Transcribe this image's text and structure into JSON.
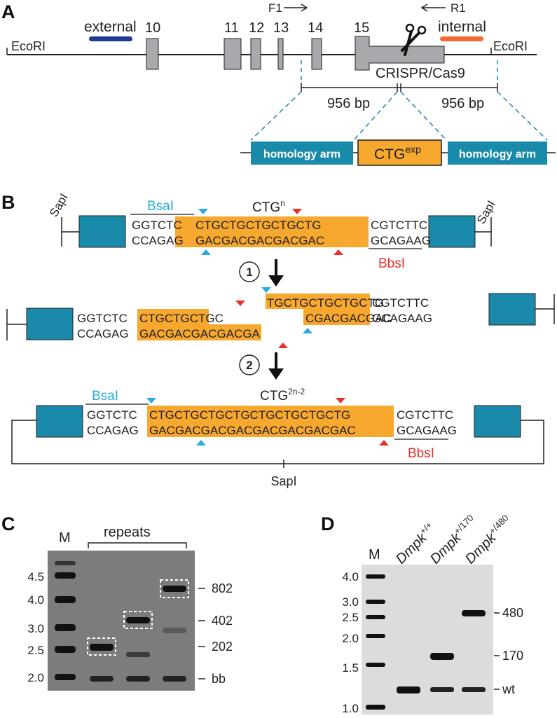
{
  "panels": {
    "a": "A",
    "b": "B",
    "c": "C",
    "d": "D"
  },
  "panel_a": {
    "ecori_left": "EcoRI",
    "ecori_right": "EcoRI",
    "external": "external",
    "internal": "internal",
    "exons": [
      "10",
      "11",
      "12",
      "13",
      "14",
      "15"
    ],
    "f1": "F1",
    "r1": "R1",
    "crispr": "CRISPR/Cas9",
    "bp_left": "956 bp",
    "bp_right": "956 bp",
    "arm_left": "homology arm",
    "arm_right": "homology arm",
    "ctg": "CTG",
    "ctg_sup": "exp",
    "colors": {
      "gene": "#a7a9ac",
      "teal": "#1a8aaa",
      "orange": "#f7a82f",
      "external": "#1f3a93",
      "internal": "#f26a2e"
    }
  },
  "panel_b": {
    "sapi": "SapI",
    "bsai": "BsaI",
    "bbsi": "BbsI",
    "ctgn": "CTG",
    "ctgn_sup": "n",
    "ctg2n": "CTG",
    "ctg2n_sup": "2n-2",
    "step1": "1",
    "step2": "2",
    "top": {
      "l1_left": "GGTCTC",
      "l1_orange": "CTGCTGCTGCTGCTG",
      "l1_right": "CGTCTTC",
      "l2_left": "CCAGAG",
      "l2_orange": "GACGACGACGACGAC",
      "l2_right": "GCAGAAG"
    },
    "mid_left": {
      "l1_left": "GGTCTC",
      "l1_orange": "CTGCTGCTGC",
      "l2_left": "CCAGAG",
      "l2_orange": "GACGACGACGACGA"
    },
    "mid_right": {
      "l1_orange": "TGCTGCTGCTGCTG",
      "l1_right": "CGTCTTC",
      "l2_orange": "CGACGACGAC",
      "l2_right": "GCAGAAG"
    },
    "bottom": {
      "l1_left": "GGTCTC",
      "l1_orange": "CTGCTGCTGCTGCTGCTGCTGCTG",
      "l1_right": "CGTCTTC",
      "l2_left": "CCAGAG",
      "l2_orange": "GACGACGACGACGACGACGACGAC",
      "l2_right": "GCAGAAG"
    },
    "colors": {
      "cyan": "#29abe2",
      "red": "#e5322d"
    }
  },
  "panel_c": {
    "marker": "M",
    "repeats": "repeats",
    "ladder": [
      "4.5",
      "4.0",
      "3.0",
      "2.5",
      "2.0"
    ],
    "bands": [
      "802",
      "402",
      "202",
      "bb"
    ]
  },
  "panel_d": {
    "marker": "M",
    "lanes": [
      {
        "base": "Dmpk",
        "sup": "+/+"
      },
      {
        "base": "Dmpk",
        "sup": "+/170"
      },
      {
        "base": "Dmpk",
        "sup": "+/480"
      }
    ],
    "ladder": [
      "4.0",
      "3.0",
      "2.5",
      "2.0",
      "1.5",
      "1.0"
    ],
    "bands": [
      "480",
      "170",
      "wt"
    ]
  }
}
